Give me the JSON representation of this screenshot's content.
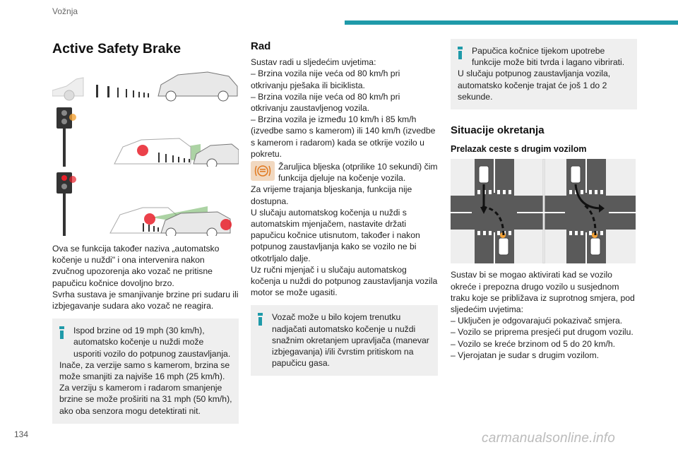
{
  "header": {
    "section": "Vožnja"
  },
  "page_number": "134",
  "watermark": "carmanualsonline.info",
  "col1": {
    "title": "Active Safety Brake",
    "intro": [
      "Ova se funkcija također naziva „automatsko kočenje u nuždi\" i ona intervenira nakon zvučnog upozorenja ako vozač ne pritisne papučicu kočnice dovoljno brzo.",
      "Svrha sustava je smanjivanje brzine pri sudaru ili izbjegavanje sudara ako vozač ne reagira."
    ],
    "note_lines": [
      "Ispod brzine od 19 mph (30 km/h), automatsko kočenje u nuždi može usporiti vozilo do potpunog zaustavljanja.",
      "Inače, za verzije samo s kamerom, brzina se može smanjiti za najviše 16 mph (25 km/h).",
      "Za verziju s kamerom i radarom smanjenje brzine se može proširiti na 31 mph (50 km/h), ako oba senzora mogu detektirati nit."
    ]
  },
  "col2": {
    "heading": "Rad",
    "lead": "Sustav radi u sljedećim uvjetima:",
    "conditions": [
      "– Brzina vozila nije veća od 80 km/h pri otkrivanju pješaka ili biciklista.",
      "– Brzina vozila nije veća od 80 km/h pri otkrivanju zaustavljenog vozila.",
      "– Brzina vozila je između 10 km/h i 85 km/h (izvedbe samo s kamerom) ili 140 km/h (izvedbe s kamerom i radarom) kada se otkrije vozilo u pokretu."
    ],
    "warning_text": "Žaruljica bljeska (otprilike 10 sekundi) čim funkcija djeluje na kočenje vozila.",
    "paras": [
      "Za vrijeme trajanja bljeskanja, funkcija nije dostupna.",
      "U slučaju automatskog kočenja u nuždi s automatskim mjenjačem, nastavite držati papučicu kočnice utisnutom, također i nakon potpunog zaustavljanja kako se vozilo ne bi otkotrljalo dalje.",
      "Uz ručni mjenjač i u slučaju automatskog kočenja u nuždi do potpunog zaustavljanja vozila motor se može ugasiti."
    ],
    "note": "Vozač može u bilo kojem trenutku nadjačati automatsko kočenje u nuždi snažnim okretanjem upravljača (manevar izbjegavanja) i/ili čvrstim pritiskom na papučicu gasa."
  },
  "col3": {
    "note": [
      "Papučica kočnice tijekom upotrebe funkcije može biti tvrda i lagano vibrirati.",
      "U slučaju potpunog zaustavljanja vozila, automatsko kočenje trajat će još 1 do 2 sekunde."
    ],
    "heading": "Situacije okretanja",
    "subheading": "Prelazak ceste s drugim vozilom",
    "body": "Sustav bi se mogao aktivirati kad se vozilo okreće i prepozna drugo vozilo u susjednom traku koje se približava iz suprotnog smjera, pod sljedećim uvjetima:",
    "conditions": [
      "– Uključen je odgovarajući pokazivač smjera.",
      "– Vozilo se priprema presjeći put drugom vozilu.",
      "– Vozilo se kreće brzinom od 5 do 20 km/h.",
      "– Vjerojatan je sudar s drugim vozilom."
    ]
  },
  "colors": {
    "accent": "#1f9aa9",
    "note_bg": "#efefef",
    "alert_red": "#e8202a",
    "radar_green": "#5aa84a"
  }
}
